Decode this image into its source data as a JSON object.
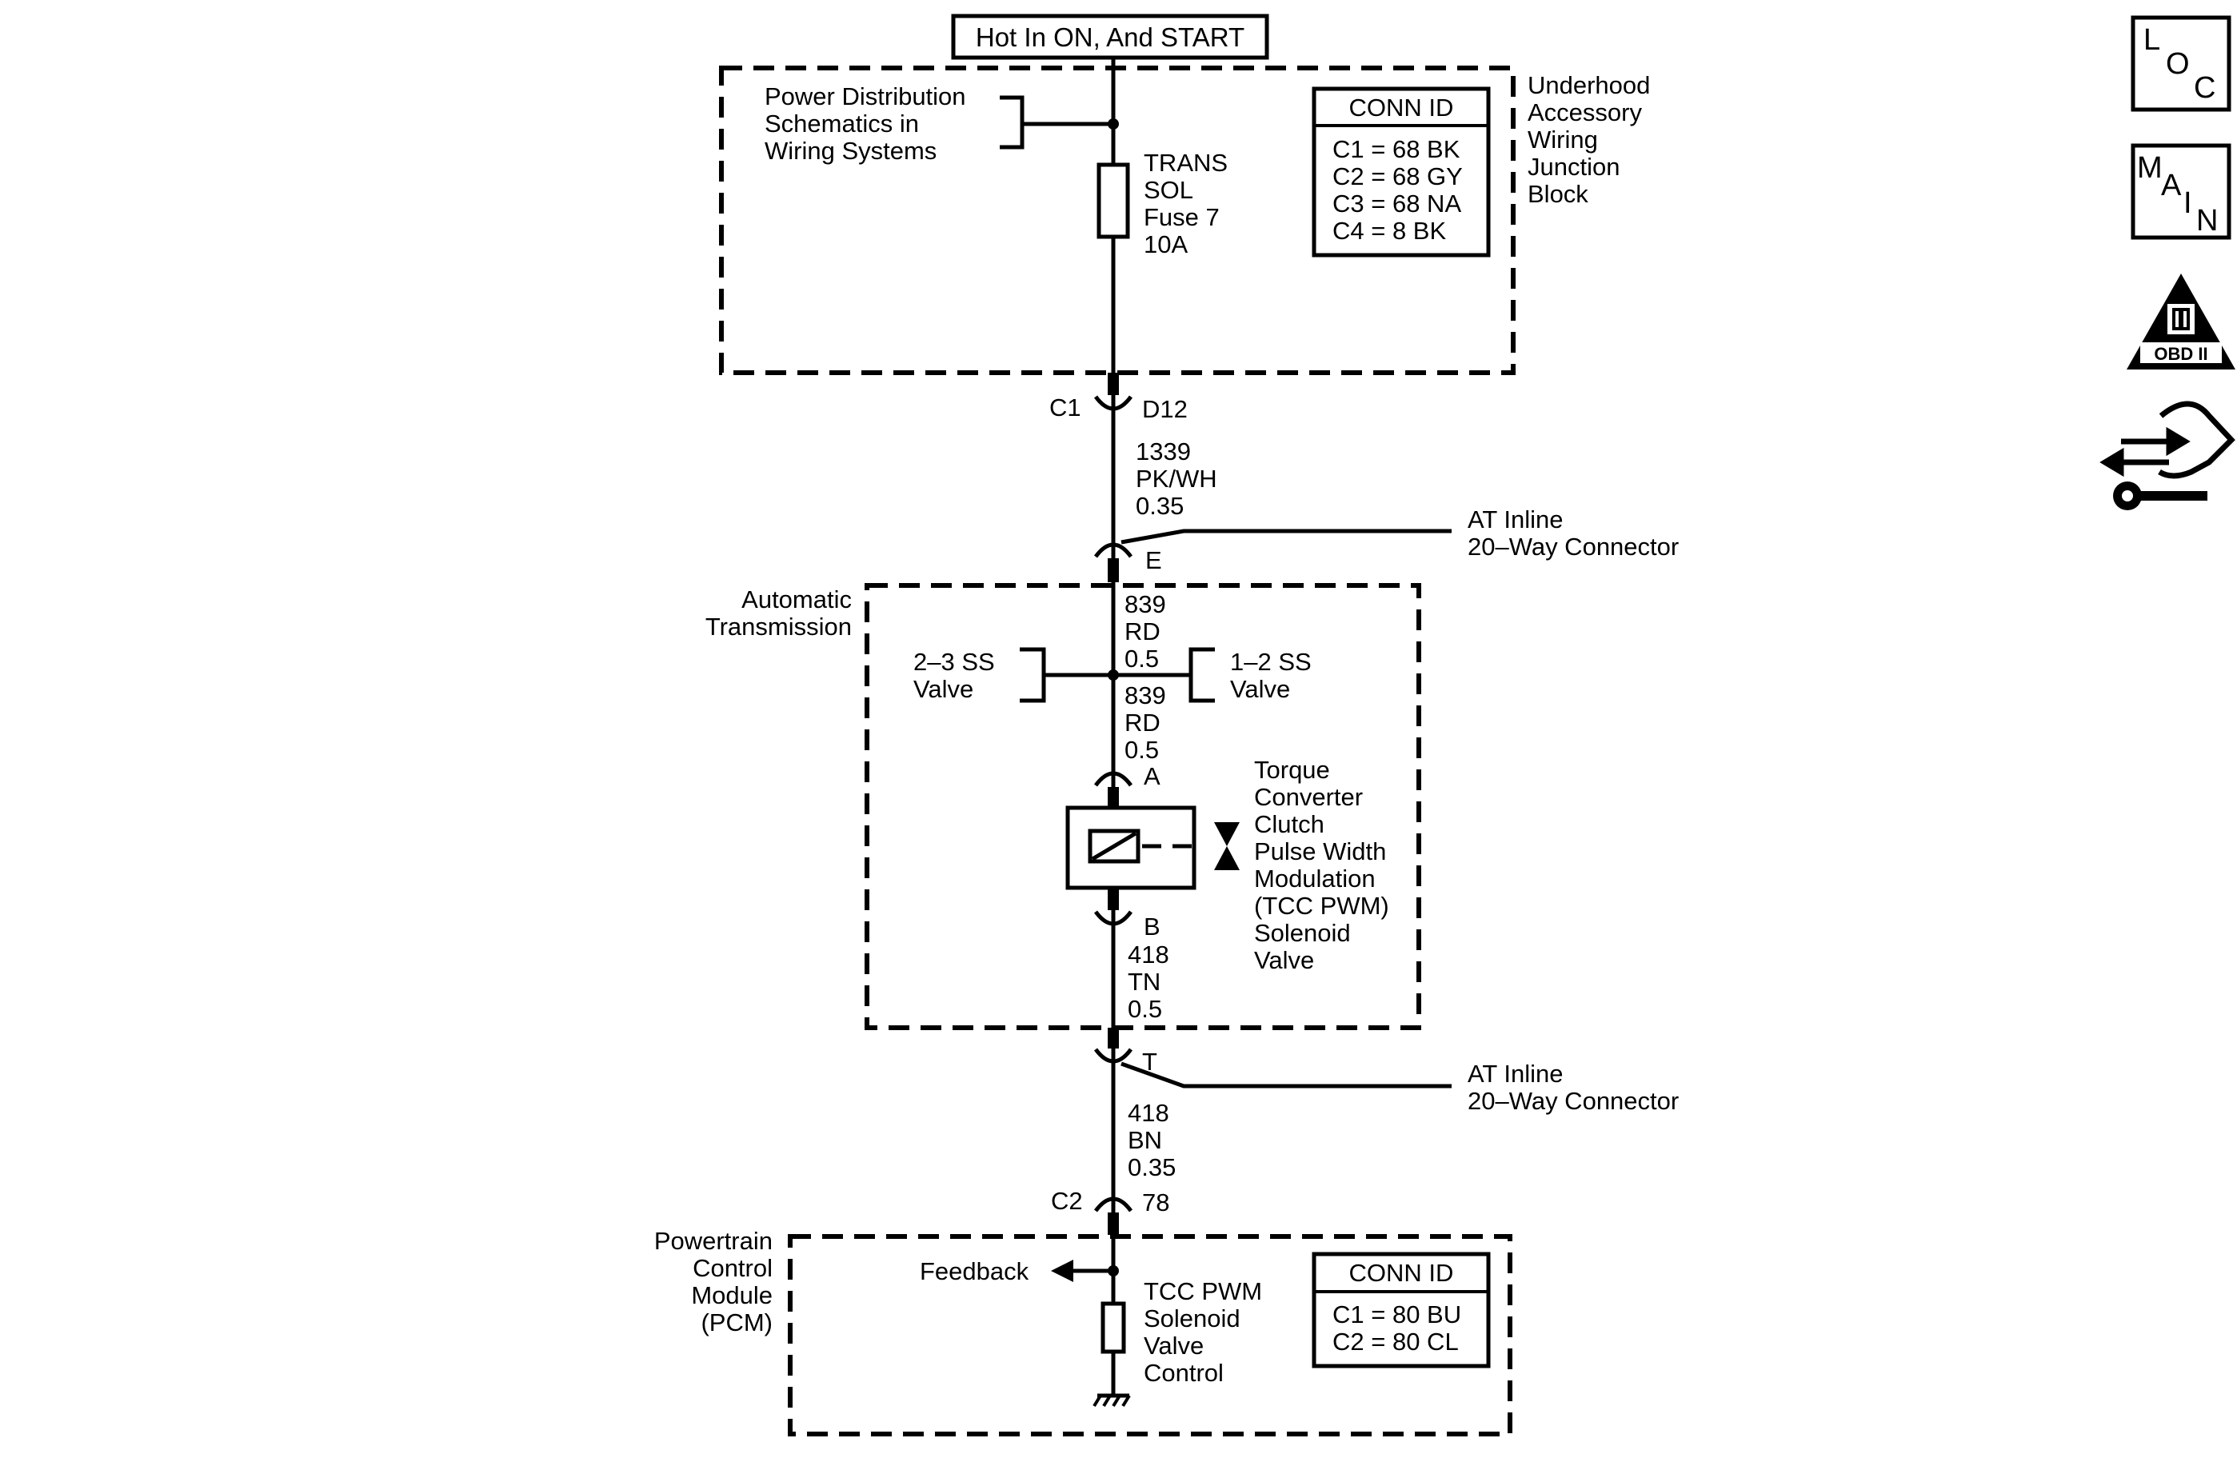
{
  "power_source": {
    "label": "Hot In ON, And START"
  },
  "underhood_block": {
    "name_lines": [
      "Underhood",
      "Accessory",
      "Wiring",
      "Junction",
      "Block"
    ],
    "power_dist_lines": [
      "Power Distribution",
      "Schematics in",
      "Wiring Systems"
    ],
    "fuse_lines": [
      "TRANS",
      "SOL",
      "Fuse 7",
      "10A"
    ],
    "conn_id": {
      "title": "CONN ID",
      "rows": [
        "C1 = 68 BK",
        "C2 = 68 GY",
        "C3 = 68 NA",
        "C4 = 8 BK"
      ]
    }
  },
  "connector_c1": {
    "connector": "C1",
    "pin": "D12"
  },
  "wire_1339": {
    "lines": [
      "1339",
      "PK/WH",
      "0.35"
    ]
  },
  "inline_connector_top": {
    "pin": "E",
    "label_lines": [
      "AT Inline",
      "20–Way Connector"
    ]
  },
  "automatic_transmission": {
    "name_lines": [
      "Automatic",
      "Transmission"
    ],
    "wire_839_upper": [
      "839",
      "RD",
      "0.5"
    ],
    "wire_839_lower": [
      "839",
      "RD",
      "0.5"
    ],
    "valve_23_lines": [
      "2–3 SS",
      "Valve"
    ],
    "valve_12_lines": [
      "1–2 SS",
      "Valve"
    ],
    "pin_a": "A",
    "pin_b": "B",
    "tcc_lines": [
      "Torque",
      "Converter",
      "Clutch",
      "Pulse Width",
      "Modulation",
      "(TCC PWM)",
      "Solenoid",
      "Valve"
    ],
    "wire_418_tn": [
      "418",
      "TN",
      "0.5"
    ]
  },
  "inline_connector_bottom": {
    "pin": "T",
    "label_lines": [
      "AT Inline",
      "20–Way Connector"
    ]
  },
  "wire_418_bn": {
    "lines": [
      "418",
      "BN",
      "0.35"
    ]
  },
  "connector_c2": {
    "connector": "C2",
    "pin": "78"
  },
  "pcm": {
    "name_lines": [
      "Powertrain",
      "Control",
      "Module",
      "(PCM)"
    ],
    "feedback": "Feedback",
    "control_lines": [
      "TCC PWM",
      "Solenoid",
      "Valve",
      "Control"
    ],
    "conn_id": {
      "title": "CONN ID",
      "rows": [
        "C1 = 80 BU",
        "C2 = 80 CL"
      ]
    }
  },
  "nav_icons": {
    "loc": {
      "name": "loc-icon",
      "letters": [
        "L",
        "O",
        "C"
      ]
    },
    "main": {
      "name": "main-icon",
      "letters": [
        "M",
        "A",
        "I",
        "N"
      ]
    },
    "obd": {
      "name": "obd-ii-icon",
      "numeral": "II",
      "text": "OBD II"
    },
    "tools": {
      "name": "diagnostic-tools-icon"
    }
  }
}
